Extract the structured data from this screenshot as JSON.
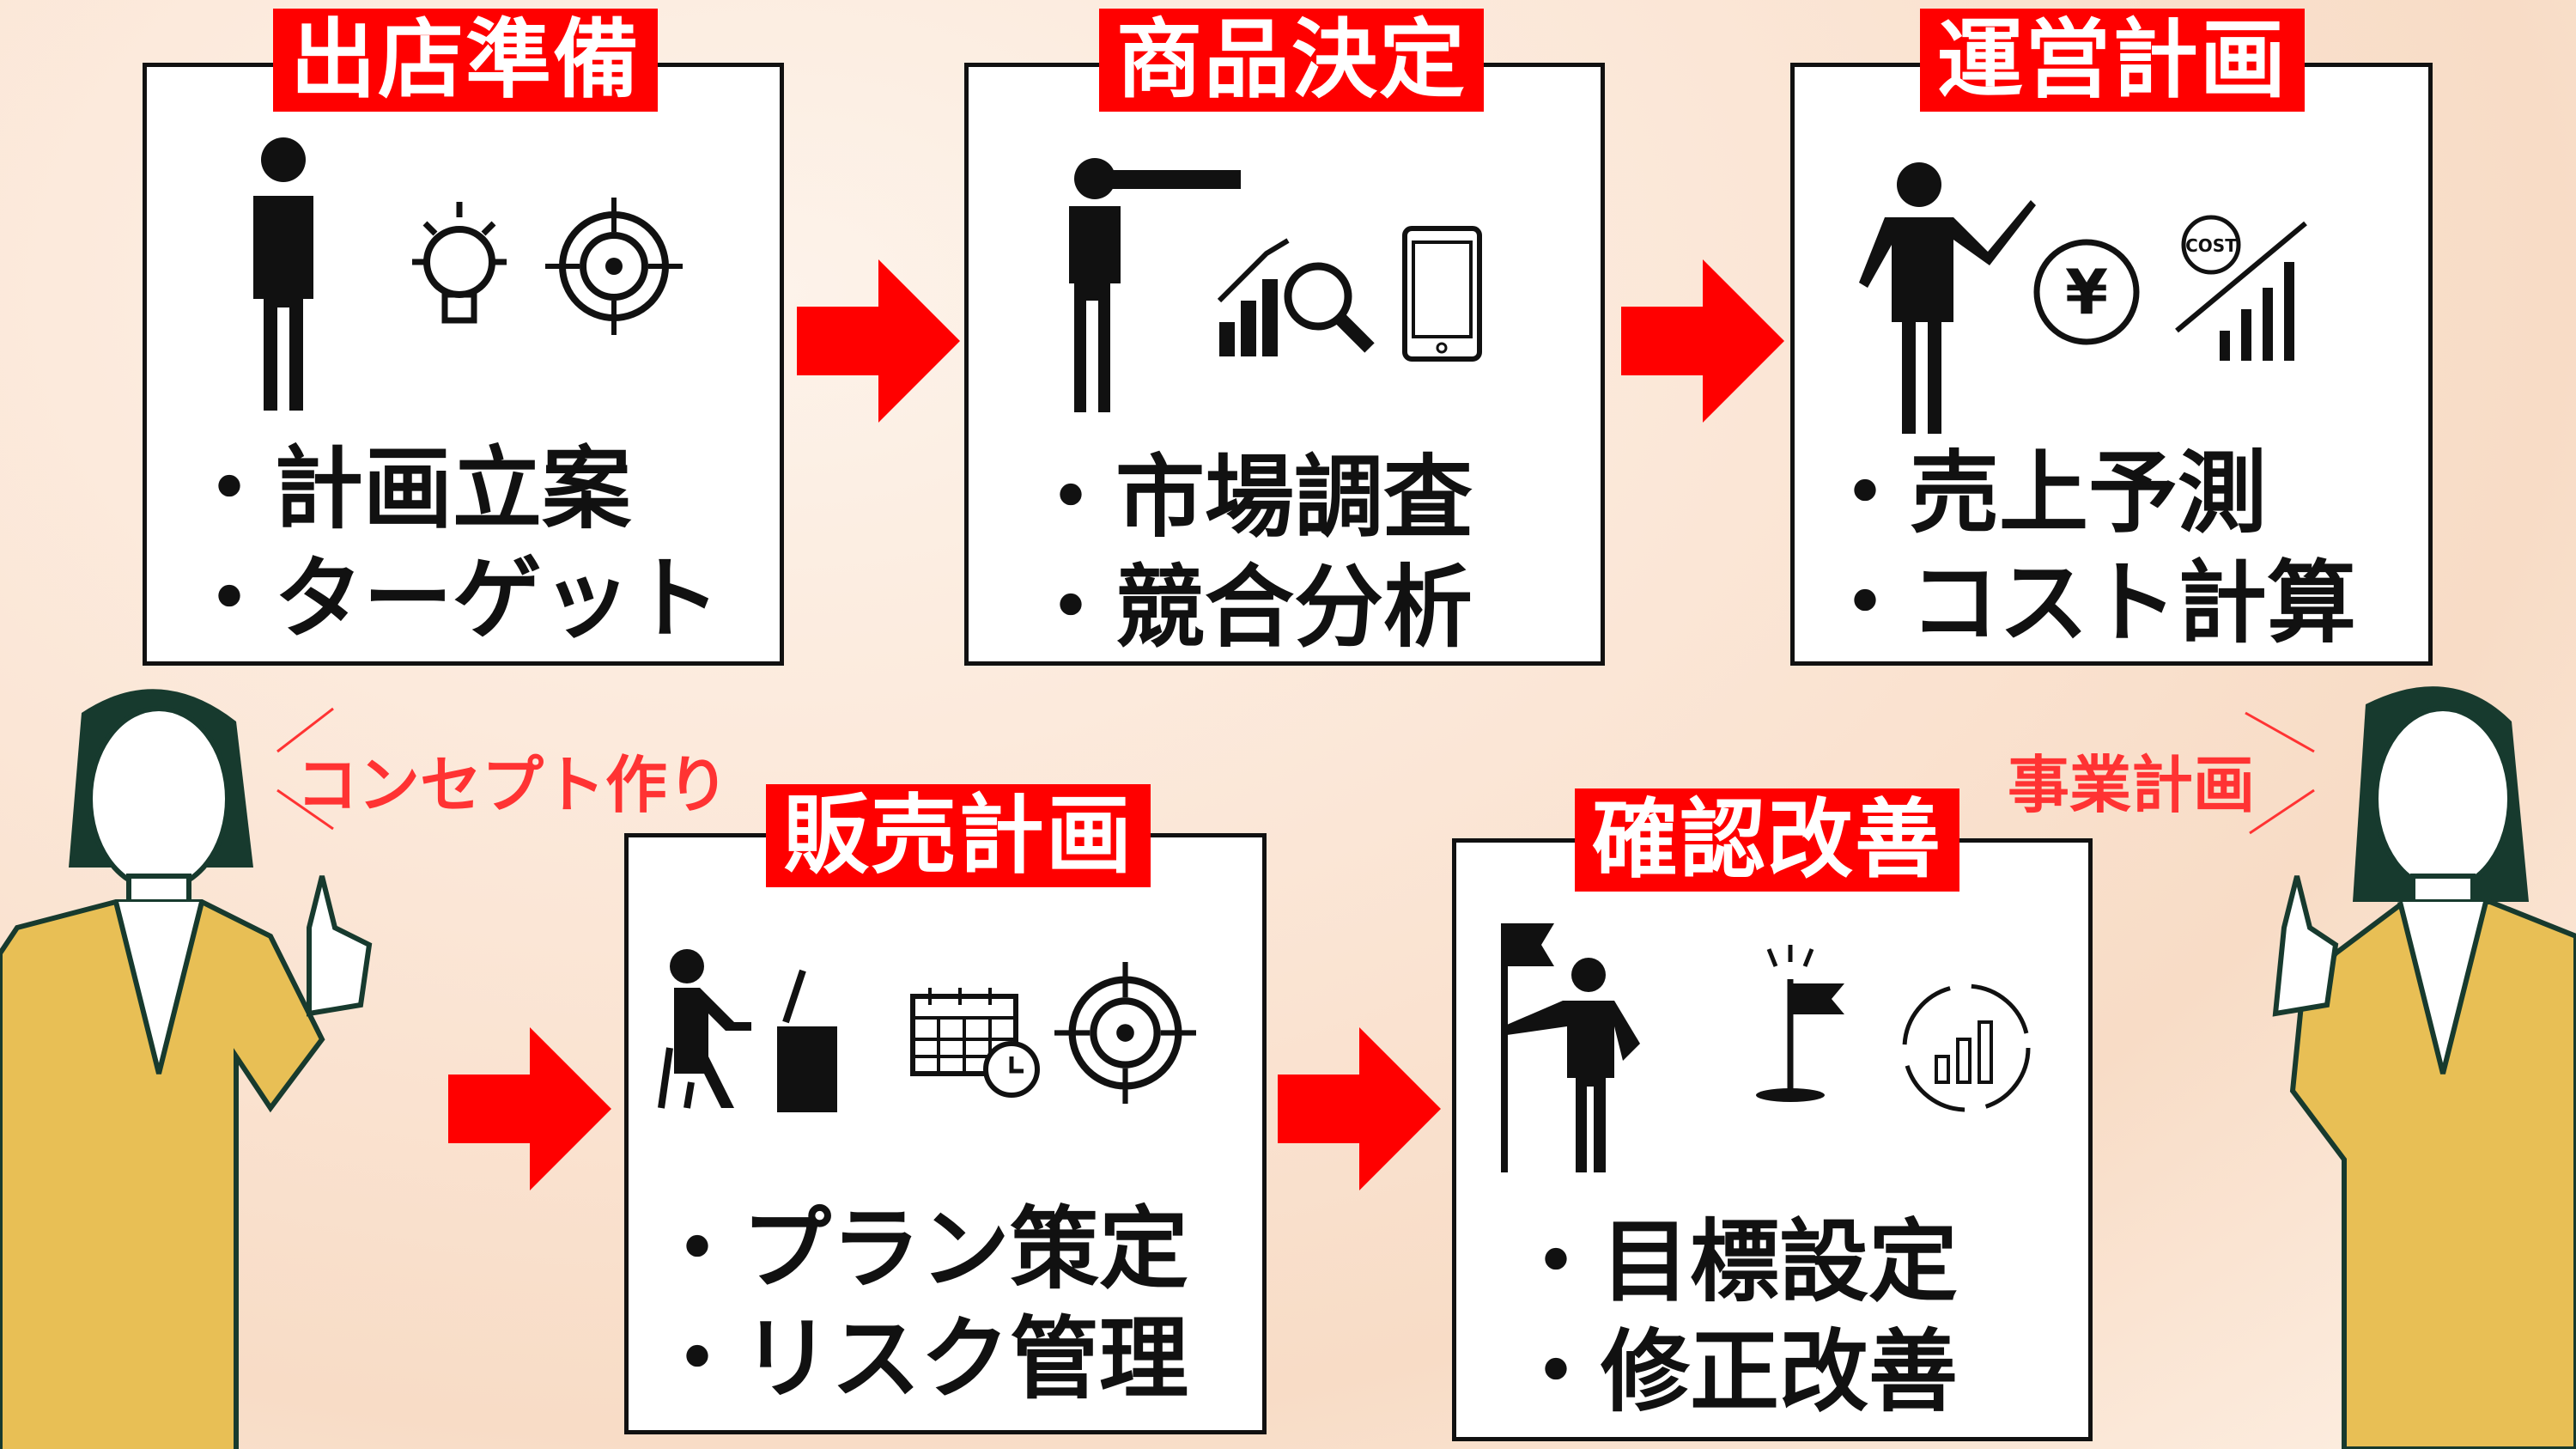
{
  "steps": [
    {
      "title": "出店準備",
      "bullets": [
        "・計画立案",
        "・ターゲット"
      ]
    },
    {
      "title": "商品決定",
      "bullets": [
        "・市場調査",
        "・競合分析"
      ]
    },
    {
      "title": "運営計画",
      "bullets": [
        "・売上予測",
        "・コスト計算"
      ]
    },
    {
      "title": "販売計画",
      "bullets": [
        "・プラン策定",
        "・リスク管理"
      ]
    },
    {
      "title": "確認改善",
      "bullets": [
        "・目標設定",
        "・修正改善"
      ]
    }
  ],
  "notes": {
    "left": "コンセプト作り",
    "right": "事業計画"
  },
  "icon_labels": {
    "cost": "COST",
    "yen": "¥"
  },
  "colors": {
    "accent": "#ff0000",
    "note": "#ff3333",
    "suit": "#e8bf55"
  }
}
